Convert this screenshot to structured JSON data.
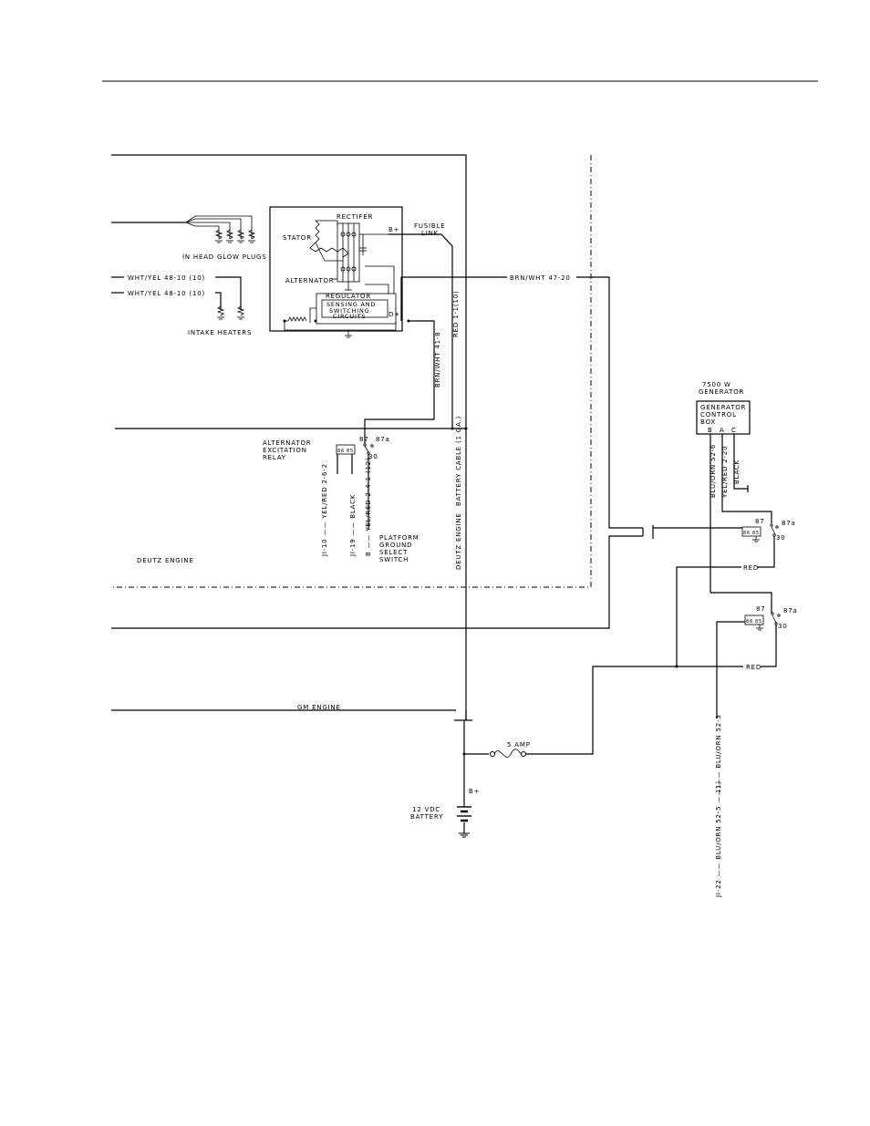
{
  "labels": {
    "glow_plugs": "IN HEAD GLOW PLUGS",
    "wire_48_10_a": "WHT/YEL 48-10 (10)",
    "wire_48_10_b": "WHT/YEL 48-10 (10)",
    "intake_heaters": "INTAKE HEATERS",
    "rectifier": "RECTIFER",
    "stator": "STATOR",
    "alternator": "ALTERNATOR",
    "regulator": "REGULATOR",
    "sensing_line1": "SENSING AND",
    "sensing_line2": "SWITCHING",
    "sensing_line3": "CIRCUITS",
    "b_plus_alt": "B+",
    "d_plus": "D+",
    "fusible_line1": "FUSIBLE",
    "fusible_line2": "LINK",
    "wire_47_20": "BRN/WHT 47-20",
    "wire_red_1_1": "RED 1-1(10)",
    "wire_41_8": "BRN/WHT 41-8",
    "relay_name_line1": "ALTERNATOR",
    "relay_name_line2": "EXCITATION",
    "relay_name_line3": "RELAY",
    "term_87": "87",
    "term_87a": "87a",
    "term_30": "30",
    "term_86": "86",
    "term_85": "85",
    "wire_ji10": "JI-10 —— YEL/RED 2-6-2",
    "wire_ji19": "JI-19 —— BLACK",
    "wire_2_4_1": "B —— YEL/RED 2-4-1 (12)",
    "battery_cable": "BATTERY CABLE (1 GA.)",
    "deutz_engine_vert": "DEUTZ ENGINE",
    "deutz_engine": "DEUTZ ENGINE",
    "platform_line1": "PLATFORM",
    "platform_line2": "GROUND",
    "platform_line3": "SELECT",
    "platform_line4": "SWITCH",
    "generator_title_line1": "7500 W",
    "generator_title_line2": "GENERATOR",
    "gcb_line1": "GENERATOR",
    "gcb_line2": "CONTROL",
    "gcb_line3": "BOX",
    "pin_b": "B",
    "pin_a": "A",
    "pin_c": "C",
    "wire_52_6": "BLU/ORN 52-6",
    "wire_2_20": "YEL/RED 2-20",
    "wire_black": "BLACK",
    "red_1": "RED",
    "red_2": "RED",
    "gm_engine": "GM ENGINE",
    "fuse_5amp": "5 AMP",
    "b_plus_batt": "B+",
    "battery_line1": "12 VDC",
    "battery_line2": "BATTERY",
    "wire_52_5_top": "1)—— BLU/ORN 52-5",
    "wire_52_5_bottom": "JI-22 —— BLU/ORN 52-5 ——1)"
  }
}
